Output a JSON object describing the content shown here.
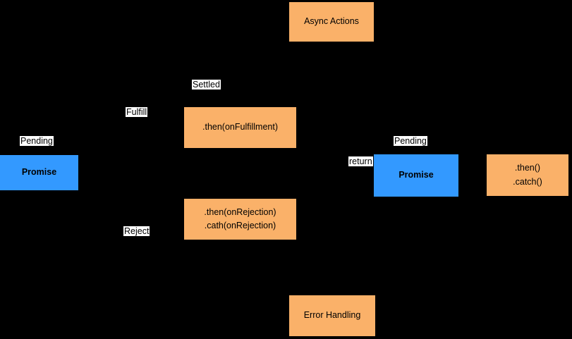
{
  "diagram": {
    "title": "Promise async flow diagram",
    "colors": {
      "background": "#000000",
      "process_fill": "#FAB169",
      "state_fill": "#3399FF",
      "label_bg": "#FFFFFF",
      "text": "#000000"
    },
    "nodes": {
      "async_actions": {
        "label": "Async Actions"
      },
      "promise_left": {
        "label": "Promise"
      },
      "then_fulfillment": {
        "label": ".then(onFulfillment)"
      },
      "then_rejection": {
        "line1": ".then(onRejection)",
        "line2": ".cath(onRejection)"
      },
      "promise_right": {
        "label": "Promise"
      },
      "then_catch": {
        "line1": ".then()",
        "line2": ".catch()"
      },
      "error_handling": {
        "label": "Error Handling"
      }
    },
    "labels": {
      "pending_left": "Pending",
      "fulfill": "Fulfill",
      "settled": "Settled",
      "reject": "Reject",
      "return": "return",
      "pending_right": "Pending"
    }
  }
}
